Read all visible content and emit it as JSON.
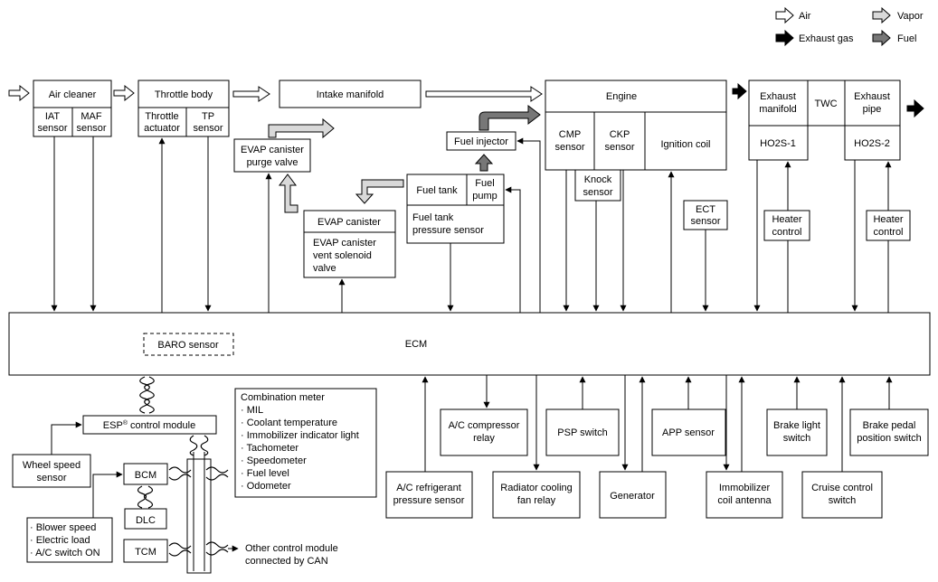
{
  "legend": {
    "air": "Air",
    "vapor": "Vapor",
    "exhaust": "Exhaust gas",
    "fuel": "Fuel"
  },
  "top_components": {
    "air_cleaner": "Air cleaner",
    "iat_sensor": [
      "IAT",
      "sensor"
    ],
    "maf_sensor": [
      "MAF",
      "sensor"
    ],
    "throttle_body": "Throttle body",
    "throttle_actuator": [
      "Throttle",
      "actuator"
    ],
    "tp_sensor": [
      "TP",
      "sensor"
    ],
    "intake_manifold": "Intake manifold",
    "evap_purge_valve": [
      "EVAP canister",
      "purge valve"
    ],
    "evap_canister": "EVAP canister",
    "evap_vent_valve": [
      "EVAP canister",
      "vent solenoid",
      "valve"
    ],
    "fuel_injector": "Fuel injector",
    "fuel_tank": "Fuel tank",
    "fuel_pump": [
      "Fuel",
      "pump"
    ],
    "fuel_tank_pressure": [
      "Fuel tank",
      "pressure sensor"
    ],
    "engine": "Engine",
    "cmp_sensor": [
      "CMP",
      "sensor"
    ],
    "ckp_sensor": [
      "CKP",
      "sensor"
    ],
    "ignition_coil": "Ignition coil",
    "knock_sensor": [
      "Knock",
      "sensor"
    ],
    "ect_sensor": [
      "ECT",
      "sensor"
    ],
    "exhaust_manifold": [
      "Exhaust",
      "manifold"
    ],
    "twc": "TWC",
    "exhaust_pipe": [
      "Exhaust",
      "pipe"
    ],
    "ho2s1": "HO2S-1",
    "ho2s2": "HO2S-2",
    "heater_control_1": [
      "Heater",
      "control"
    ],
    "heater_control_2": [
      "Heater",
      "control"
    ]
  },
  "ecm": {
    "label": "ECM",
    "baro": "BARO sensor"
  },
  "bottom_components": {
    "esp_module": [
      "ESP",
      "®",
      " control module"
    ],
    "wheel_speed": [
      "Wheel speed",
      "sensor"
    ],
    "bcm": "BCM",
    "dlc": "DLC",
    "tcm": "TCM",
    "inputs": [
      "· Blower speed",
      "· Electric load",
      "· A/C switch ON"
    ],
    "combination_meter_title": "Combination meter",
    "combination_meter_items": [
      "· MIL",
      "· Coolant temperature",
      "· Immobilizer indicator light",
      "· Tachometer",
      "· Speedometer",
      "· Fuel level",
      "· Odometer"
    ],
    "other_modules": [
      "Other control module",
      "connected by CAN"
    ],
    "ac_refrigerant": [
      "A/C refrigerant",
      "pressure sensor"
    ],
    "ac_compressor": [
      "A/C compressor",
      "relay"
    ],
    "radiator_fan": [
      "Radiator cooling",
      "fan relay"
    ],
    "psp_switch": "PSP switch",
    "generator": "Generator",
    "app_sensor": "APP sensor",
    "immobilizer": [
      "Immobilizer",
      "coil antenna"
    ],
    "brake_light": [
      "Brake light",
      "switch"
    ],
    "cruise_control": [
      "Cruise control",
      "switch"
    ],
    "brake_pedal": [
      "Brake pedal",
      "position switch"
    ]
  }
}
